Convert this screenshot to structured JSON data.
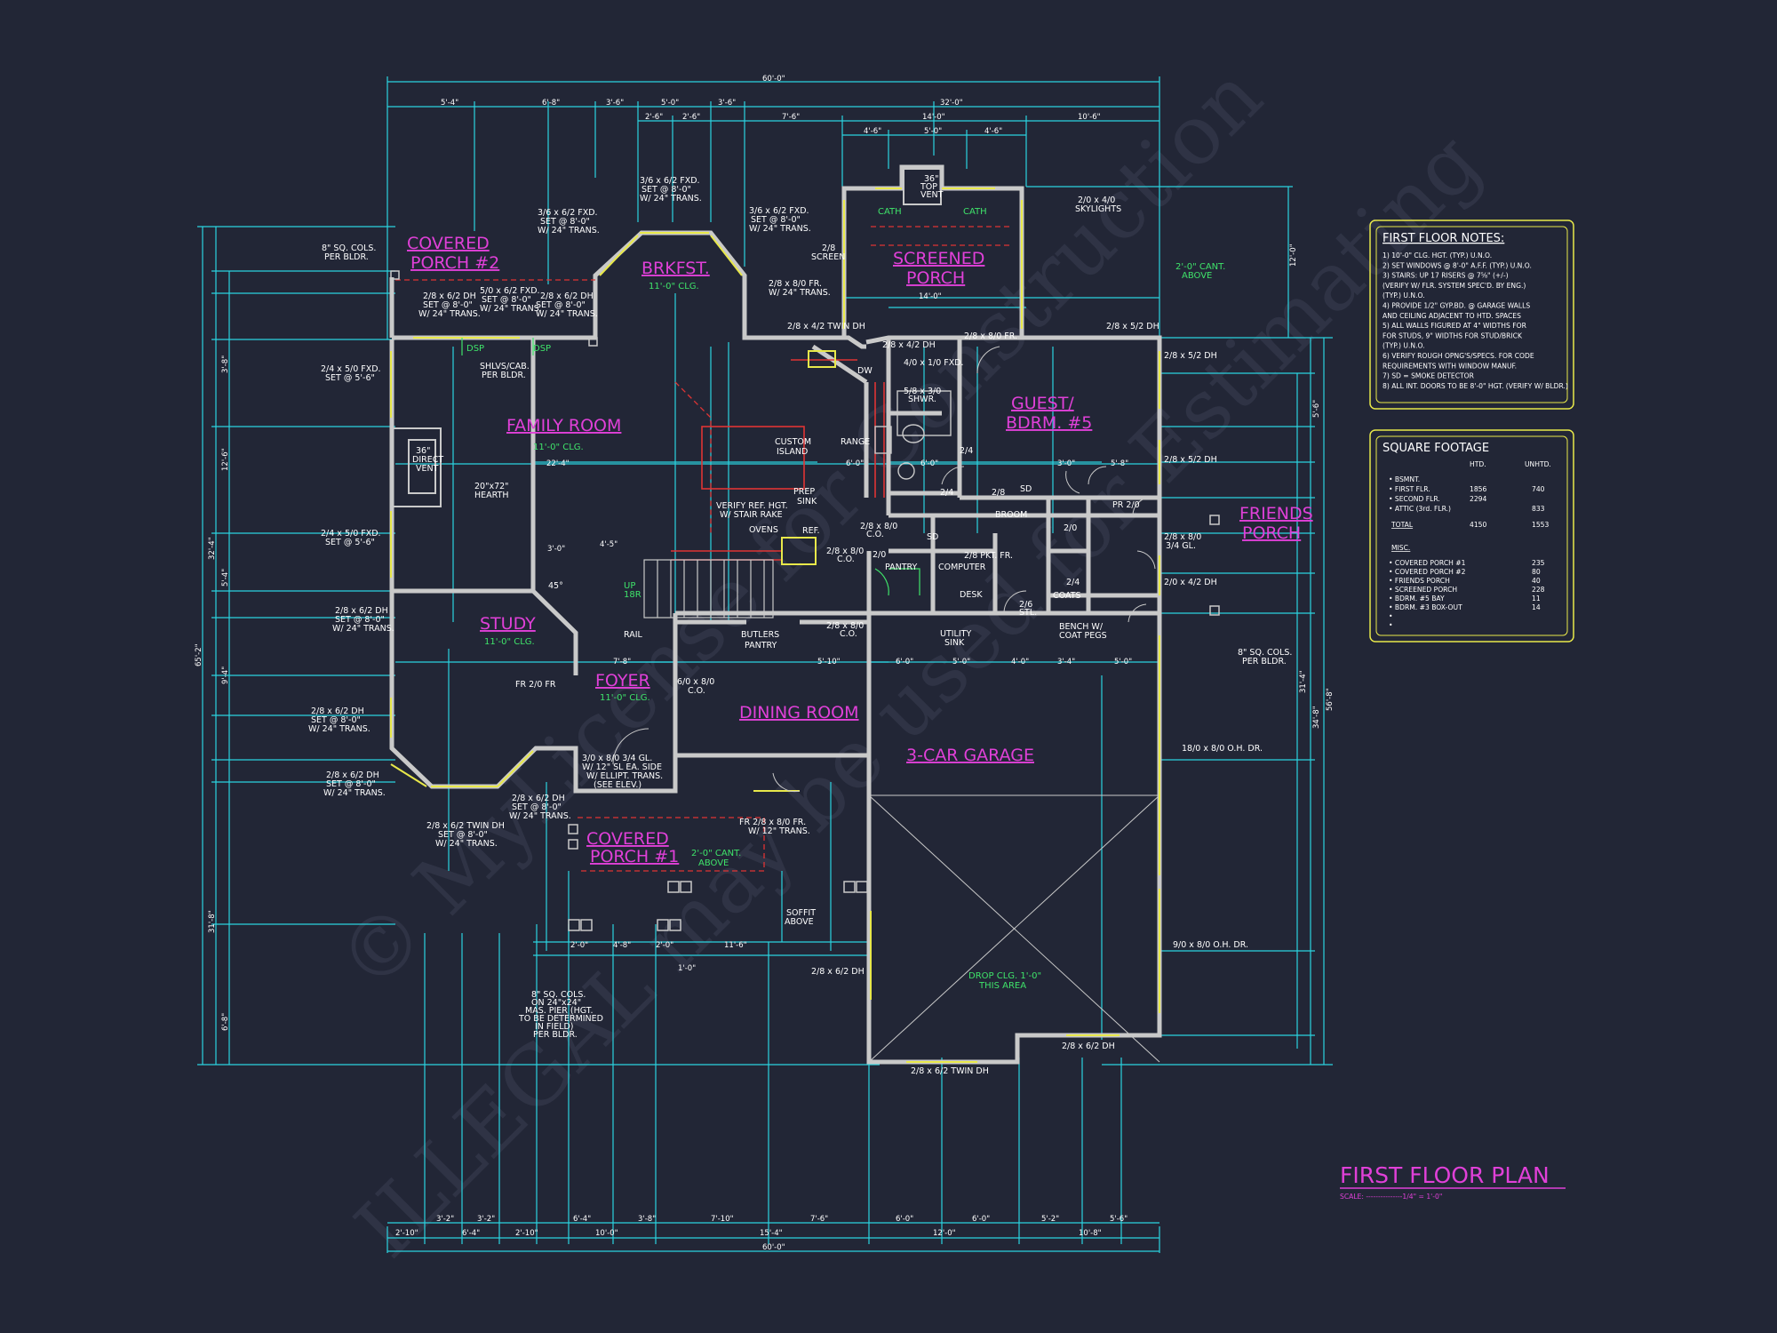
{
  "drawing": {
    "title": "FIRST FLOOR PLAN",
    "scale": "SCALE: ---------------1/4\" = 1'-0\"",
    "watermark_line1": "© MyLicense for Construction",
    "watermark_line2": "ILLEGAL may be used for Estimating"
  },
  "colors": {
    "background": "#222636",
    "dimension_lines": "#2bd3e0",
    "walls": "#c9c9c9",
    "room_labels": "#e040d8",
    "ceiling_notes": "#3fe36a",
    "windows": "#e8e84a",
    "hidden_lines": "#e03434",
    "panel_border": "#e8e84a"
  },
  "rooms": [
    {
      "name": "COVERED PORCH #2",
      "line1": "COVERED",
      "line2": "PORCH #2"
    },
    {
      "name": "BRKFST.",
      "line1": "BRKFST.",
      "ceiling": "11'-0\" CLG."
    },
    {
      "name": "SCREENED PORCH",
      "line1": "SCREENED",
      "line2": "PORCH"
    },
    {
      "name": "FAMILY ROOM",
      "line1": "FAMILY ROOM",
      "ceiling": "11'-0\" CLG."
    },
    {
      "name": "GUEST/ BDRM. #5",
      "line1": "GUEST/",
      "line2": "BDRM. #5"
    },
    {
      "name": "FRIENDS PORCH",
      "line1": "FRIENDS",
      "line2": "PORCH"
    },
    {
      "name": "STUDY",
      "line1": "STUDY",
      "ceiling": "11'-0\" CLG."
    },
    {
      "name": "FOYER",
      "line1": "FOYER",
      "ceiling": "11'-0\" CLG."
    },
    {
      "name": "DINING ROOM",
      "line1": "DINING ROOM"
    },
    {
      "name": "3-CAR GARAGE",
      "line1": "3-CAR GARAGE"
    },
    {
      "name": "COVERED PORCH #1",
      "line1": "COVERED",
      "line2": "PORCH #1"
    }
  ],
  "labels": {
    "custom_island": "CUSTOM",
    "custom_island2": "ISLAND",
    "range": "RANGE",
    "prep_sink": "PREP",
    "prep_sink2": "SINK",
    "verify_ref": "VERIFY REF. HGT.",
    "verify_ref2": "W/ STAIR RAKE",
    "ovens": "OVENS",
    "ref": "REF.",
    "dw": "DW",
    "pantry": "PANTRY",
    "computer": "COMPUTER",
    "desk": "DESK",
    "broom": "BROOM",
    "coats": "COATS",
    "butlers_pantry": "BUTLERS",
    "butlers_pantry2": "PANTRY",
    "utility_sink": "UTILITY",
    "utility_sink2": "SINK",
    "bench": "BENCH W/",
    "bench2": "COAT PEGS",
    "rail": "RAIL",
    "up": "UP",
    "up2": "18R",
    "direct_vent": "36\"",
    "direct_vent2": "DIRECT",
    "direct_vent3": "VENT",
    "hearth": "20\"x72\"",
    "hearth2": "HEARTH",
    "top_vent": "36\"",
    "top_vent2": "TOP",
    "top_vent3": "VENT",
    "cath": "CATH",
    "shelves": "SHLVS/CAB.",
    "shelves2": "PER BLDR.",
    "shwr": "5/8 x 3/0",
    "shwr2": "SHWR.",
    "sq_cols_left": "8\" SQ. COLS.",
    "sq_cols_left2": "PER BLDR.",
    "sq_cols_right": "8\" SQ. COLS.",
    "sq_cols_right2": "PER BLDR.",
    "soffit": "SOFFIT",
    "soffit2": "ABOVE",
    "drop_clg": "DROP CLG. 1'-0\"",
    "drop_clg2": "THIS AREA",
    "cant1": "2'-0\" CANT.",
    "cant1b": "ABOVE",
    "cant2": "2'-0\" CANT.",
    "cant2b": "ABOVE",
    "skylights": "2/0 x 4/0",
    "skylights2": "SKYLIGHTS",
    "dsp1": "DSP",
    "dsp2": "DSP",
    "ohdr1": "18/0 x 8/0 O.H. DR.",
    "ohdr2": "9/0 x 8/0 O.H. DR.",
    "twin_dh_bottom": "2/8 x 6/2 TWIN DH",
    "dh_garage": "2/8 x 6/2 DH",
    "dh_garage_side": "2/8 x 6/2 DH",
    "pier1": "8\" SQ. COLS.",
    "pier2": "ON 24\"x24\"",
    "pier3": "MAS. PIER (HGT.",
    "pier4": "TO BE DETERMINED",
    "pier5": "IN FIELD)",
    "pier6": "PER BLDR.",
    "entry1": "3/0 x 8/0 3/4 GL.",
    "entry2": "W/ 12\" SL EA. SIDE",
    "entry3": "W/ ELLIPT. TRANS.",
    "entry4": "(SEE ELEV.)",
    "fr_dining": "FR 2/8 x 8/0 FR.",
    "fr_dining2": "W/ 12\" TRANS.",
    "fr_foyer": "FR 2/0 FR",
    "co_dining": "6/0 x 8/0",
    "co_dining2": "C.O.",
    "fxd_brk_l": "3/6 x 6/2 FXD.",
    "fxd_brk_l2": "SET @ 8'-0\"",
    "fxd_brk_l3": "W/ 24\" TRANS.",
    "fxd_brk_c": "3/6 x 6/2 FXD.",
    "fxd_brk_c2": "SET @ 8'-0\"",
    "fxd_brk_c3": "W/ 24\" TRANS.",
    "fxd_brk_r": "3/6 x 6/2 FXD.",
    "fxd_brk_r2": "SET @ 8'-0\"",
    "fxd_brk_r3": "W/ 24\" TRANS.",
    "screen": "2/8",
    "screen2": "SCREEN",
    "fr_brk": "2/8 x 8/0 FR.",
    "fr_brk2": "W/ 24\" TRANS.",
    "fr_brk_porch": "2/8 x 8/0 FR.",
    "twin_dh_kitchen": "2/8 x 4/2 TWIN DH",
    "fam_dh1": "5/0 x 6/2 FXD.",
    "fam_dh1b": "SET @ 8'-0\"",
    "fam_dh1c": "W/ 24\" TRANS.",
    "fam_dh2": "2/8 x 6/2 DH",
    "fam_dh2b": "SET @ 8'-0\"",
    "fam_dh2c": "W/ 24\" TRANS.",
    "fam_dh3": "2/8 x 6/2 DH",
    "fam_dh3b": "SET @ 8'-0\"",
    "fam_dh3c": "W/ 24\" TRANS.",
    "fam_side1": "2/4 x 5/0 FXD.",
    "fam_side1b": "SET @ 5'-6\"",
    "fam_side2": "2/4 x 5/0 FXD.",
    "fam_side2b": "SET @ 5'-6\"",
    "study_dh1": "2/8 x 6/2 DH",
    "study_dh1b": "SET @ 8'-0\"",
    "study_dh1c": "W/ 24\" TRANS.",
    "study_dh2": "2/8 x 6/2 DH",
    "study_dh2b": "SET @ 8'-0\"",
    "study_dh2c": "W/ 24\" TRANS.",
    "study_dh3": "2/8 x 6/2 DH",
    "study_dh3b": "SET @ 8'-0\"",
    "study_dh3c": "W/ 24\" TRANS.",
    "study_twin": "2/8 x 6/2 TWIN DH",
    "study_twinb": "SET @ 8'-0\"",
    "study_twinc": "W/ 24\" TRANS.",
    "foyer_dh": "2/8 x 6/2 DH",
    "foyer_dhb": "SET @ 8'-0\"",
    "foyer_dhc": "W/ 24\" TRANS.",
    "guest_dh1": "2/8 x 5/2 DH",
    "guest_dh2": "2/8 x 5/2 DH",
    "guest_dh3": "2/8 x 5/2 DH",
    "guest_dh4": "2/0 x 4/2 DH",
    "friends_dh": "2/8 x 8/0",
    "friends_dh2": "3/4 GL.",
    "pr_2_0": "PR 2/0",
    "sd": "SD",
    "sd2": "SD",
    "bath_dh": "2/8 x 4/2 DH",
    "bath_fxd": "4/0 x 1/0 FXD.",
    "pkt_fr": "2/8 PKT. FR.",
    "co1": "2/8 x 8/0",
    "co1b": "C.O.",
    "co2": "2/8 x 8/0",
    "co2b": "C.O.",
    "co3": "2/8 x 8/0",
    "co3b": "C.O.",
    "stl": "2/6",
    "stl2": "STL.",
    "d24a": "2/4",
    "d24b": "2/4",
    "d24c": "2/4",
    "d24d": "2/0",
    "d24e": "2/0",
    "d24f": "2/8",
    "d45": "45°",
    "sq_cols_porch2": "8\" SQ. COLS.",
    "sq_cols_porch2b": "PER BLDR."
  },
  "dimensions": {
    "overall_top": "60'-0\"",
    "overall_bottom": "60'-0\"",
    "overall_left": "65'-2\"",
    "top_row": [
      "5'-4\"",
      "6'-8\"",
      "3'-6\"",
      "5'-0\"",
      "3'-6\"",
      "32'-0\""
    ],
    "top_row2": [
      "2'-6\"",
      "2'-6\"",
      "7'-6\"",
      "14'-0\"",
      "10'-6\""
    ],
    "top_row3": [
      "4'-6\"",
      "5'-0\"",
      "4'-6\""
    ],
    "bottom_row": [
      "2'-10\"",
      "3'-2\"",
      "3'-2\"",
      "2'-10\"",
      "6'-4\"",
      "3'-8\"",
      "7'-10\"",
      "7'-6\"",
      "6'-0\"",
      "6'-0\"",
      "5'-2\"",
      "5'-6\""
    ],
    "bottom_row2": [
      "6'-4\"",
      "10'-0\"",
      "15'-4\"",
      "12'-0\"",
      "10'-8\""
    ],
    "right_col": [
      "34'-8\"",
      "56'-8\"",
      "31'-4\"",
      "12'-0\"",
      "5'-6\""
    ],
    "left_col": [
      "31'-8\"",
      "32'-4\"",
      "6'-8\"",
      "9'-4\"",
      "5'-4\"",
      "12'-6\"",
      "3'-8\""
    ],
    "interior": [
      "22'-4\"",
      "6'-0\"",
      "6'-0\"",
      "3'-0\"",
      "5'-8\"",
      "4'-5\"",
      "3'-0\"",
      "7'-8\"",
      "14'-0\"",
      "5'-10\"",
      "6'-0\"",
      "5'-0\"",
      "4'-0\"",
      "3'-4\"",
      "5'-0\"",
      "11'-6\"",
      "1'-0\"",
      "2'-0\"",
      "4'-8\"",
      "2'-0\""
    ]
  },
  "first_floor_notes": {
    "title": "FIRST FLOOR NOTES:",
    "items": [
      "1) 10'-0\" CLG. HGT. (TYP.) U.N.O.",
      "2) SET WINDOWS @ 8'-0\" A.F.F. (TYP.) U.N.O.",
      "3) STAIRS: UP 17 RISERS @ 7⅝\" (+/-)",
      "    (VERIFY W/ FLR. SYSTEM SPEC'D. BY ENG.)",
      "    (TYP.) U.N.O.",
      "4) PROVIDE 1/2\" GYP.BD. @ GARAGE WALLS",
      "    AND CEILING ADJACENT TO HTD. SPACES",
      "5) ALL WALLS FIGURED AT 4\" WIDTHS FOR",
      "    FOR STUDS, 9\" WIDTHS FOR STUD/BRICK",
      "    (TYP.) U.N.O.",
      "6) VERIFY ROUGH OPNG'S/SPECS. FOR CODE",
      "    REQUIREMENTS WITH WINDOW MANUF.",
      "7) SD = SMOKE DETECTOR",
      "8) ALL INT. DOORS TO BE 8'-0\" HGT. (VERIFY W/ BLDR.)"
    ]
  },
  "square_footage": {
    "title": "SQUARE FOOTAGE",
    "col_htd": "HTD.",
    "col_unhtd": "UNHTD.",
    "rows": [
      {
        "label": "• BSMNT.",
        "htd": "",
        "unhtd": ""
      },
      {
        "label": "• FIRST FLR.",
        "htd": "1856",
        "unhtd": "740"
      },
      {
        "label": "• SECOND FLR.",
        "htd": "2294",
        "unhtd": ""
      },
      {
        "label": "• ATTIC (3rd. FLR.)",
        "htd": "",
        "unhtd": "833"
      }
    ],
    "total": {
      "label": "TOTAL",
      "htd": "4150",
      "unhtd": "1553"
    },
    "misc_title": "MISC.",
    "misc": [
      {
        "label": "• COVERED PORCH #1",
        "value": "235"
      },
      {
        "label": "• COVERED PORCH #2",
        "value": "80"
      },
      {
        "label": "• FRIENDS PORCH",
        "value": "40"
      },
      {
        "label": "• SCREENED PORCH",
        "value": "228"
      },
      {
        "label": "• BDRM. #5 BAY",
        "value": "11"
      },
      {
        "label": "• BDRM. #3 BOX-OUT",
        "value": "14"
      },
      {
        "label": "•",
        "value": ""
      },
      {
        "label": "•",
        "value": ""
      }
    ]
  }
}
